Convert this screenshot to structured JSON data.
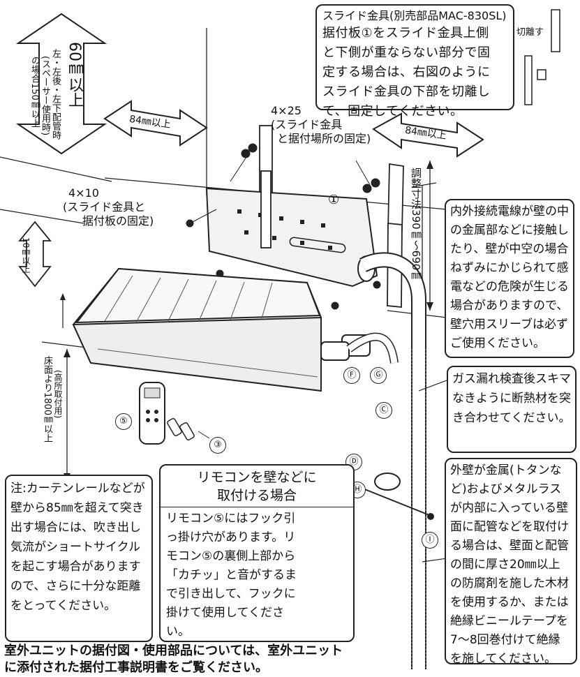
{
  "slide_box": {
    "title": "スライド金具(別売部品MAC-830SL)",
    "text": "据付板①をスライド金具上側と下側が重ならない部分で固定する場合は、右図のようにスライド金具の下部を切離して、固定してください。",
    "cut_label": "切離す"
  },
  "left_arrow": {
    "main": "60㎜以上",
    "sub1": "左・左後・左下配管時",
    "sub2": "(スペーサー使用時)",
    "sub3": "の場合150㎜以上"
  },
  "dim_84_left": "84㎜以上",
  "dim_84_right": "84㎜以上",
  "screw_4x25": {
    "size": "4×25",
    "line1": "(スライド金具",
    "line2": "と据付場所の固定)"
  },
  "screw_4x10": {
    "size": "4×10",
    "line1": "(スライド金具と",
    "line2": "据付板の固定)"
  },
  "plate_number": "①",
  "adjust_dim": "調整寸法390㎜〜690㎜",
  "wire_box": {
    "text": "内外接続電線が壁の中の金属部などに接触したり、壁が中空の場合ねずみにかじられて感電などの危険が生じる場合がありますので、壁穴用スリーブは必ずご使用ください。"
  },
  "dim_10": "10㎜以上",
  "floor_dim": {
    "line1": "床面より1800㎜以上",
    "line2": "(高所取付用)"
  },
  "gas_box": {
    "text": "ガス漏れ検査後スキマなきように断熱材を突き合わせてください。"
  },
  "parts": {
    "p5": "⑤",
    "p3": "③",
    "F": "Ⓕ",
    "G": "Ⓖ",
    "C": "Ⓒ",
    "D": "Ⓓ",
    "H": "Ⓗ",
    "I": "Ⓘ"
  },
  "note_box": {
    "text": "注:カーテンレールなどが壁から85㎜を超えて突き出す場合には、吹き出し気流がショートサイクルを起こす場合がありますので、さらに十分な距離をとってください。"
  },
  "remote_box": {
    "title_line1": "リモコンを壁などに",
    "title_line2": "取付ける場合",
    "text": "リモコン⑤にはフック引っ掛け穴があります。リモコン⑤の裏側上部から「カチッ」と音がするまで引き出して、フックに掛けて使用してください。"
  },
  "metal_box": {
    "text": "外壁が金属(トタンなど)およびメタルラスが内部に入っている壁面に配管などを取付ける場合は、壁面と配管の間に厚さ20㎜以上の防腐剤を施した木材を使用するか、または絶縁ビニールテープを7〜8回巻付けて絶縁を施してください。"
  },
  "footer": {
    "line1": "室外ユニットの据付図・使用部品については、室外ユニット",
    "line2": "に添付された据付工事説明書をご覧ください。"
  }
}
